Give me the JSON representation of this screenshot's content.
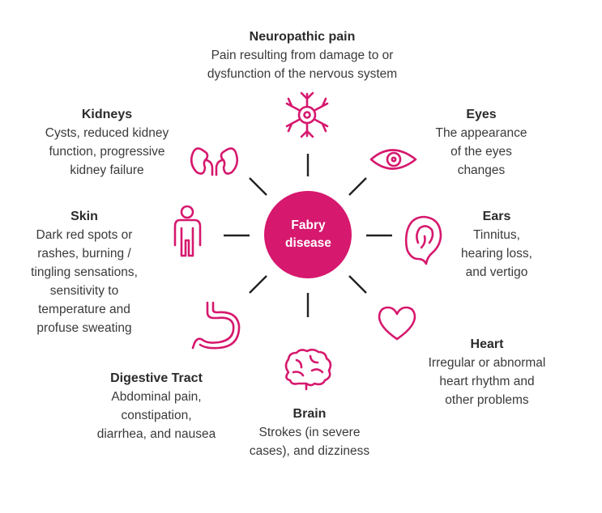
{
  "center": {
    "line1": "Fabry",
    "line2": "disease"
  },
  "accent_color": "#d6186e",
  "items": {
    "neuropathic": {
      "title": "Neuropathic pain",
      "desc": "Pain resulting from damage to or\ndysfunction of the nervous system",
      "icon": "neuron-icon"
    },
    "eyes": {
      "title": "Eyes",
      "desc": "The appearance\nof the eyes\nchanges",
      "icon": "eye-icon"
    },
    "ears": {
      "title": "Ears",
      "desc": "Tinnitus,\nhearing loss,\nand vertigo",
      "icon": "ear-icon"
    },
    "heart": {
      "title": "Heart",
      "desc": "Irregular or abnormal\nheart rhythm and\nother problems",
      "icon": "heart-icon"
    },
    "brain": {
      "title": "Brain",
      "desc": "Strokes (in severe\ncases), and dizziness",
      "icon": "brain-icon"
    },
    "digestive": {
      "title": "Digestive Tract",
      "desc": "Abdominal pain,\nconstipation,\ndiarrhea, and nausea",
      "icon": "stomach-icon"
    },
    "skin": {
      "title": "Skin",
      "desc": "Dark red spots or\nrashes, burning /\ntingling sensations,\nsensitivity to\ntemperature and\nprofuse sweating",
      "icon": "person-icon"
    },
    "kidneys": {
      "title": "Kidneys",
      "desc": "Cysts, reduced kidney\nfunction, progressive\nkidney failure",
      "icon": "kidneys-icon"
    }
  }
}
